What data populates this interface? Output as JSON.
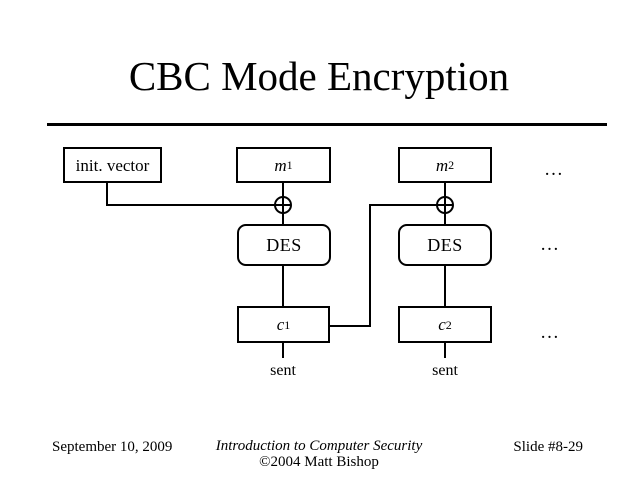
{
  "title": "CBC Mode Encryption",
  "diagram": {
    "init_vector_label": "init. vector",
    "xor_symbol": "⊕",
    "ellipsis": "…",
    "columns": [
      {
        "message_base": "m",
        "message_sub": "1",
        "des_label": "DES",
        "cipher_base": "c",
        "cipher_sub": "1",
        "sent_label": "sent"
      },
      {
        "message_base": "m",
        "message_sub": "2",
        "des_label": "DES",
        "cipher_base": "c",
        "cipher_sub": "2",
        "sent_label": "sent"
      }
    ]
  },
  "footer": {
    "date": "September 10, 2009",
    "course": "Introduction to Computer Security",
    "copyright": "©2004 Matt Bishop",
    "slide_number": "Slide #8-29"
  },
  "colors": {
    "background": "#ffffff",
    "ink": "#000000"
  }
}
